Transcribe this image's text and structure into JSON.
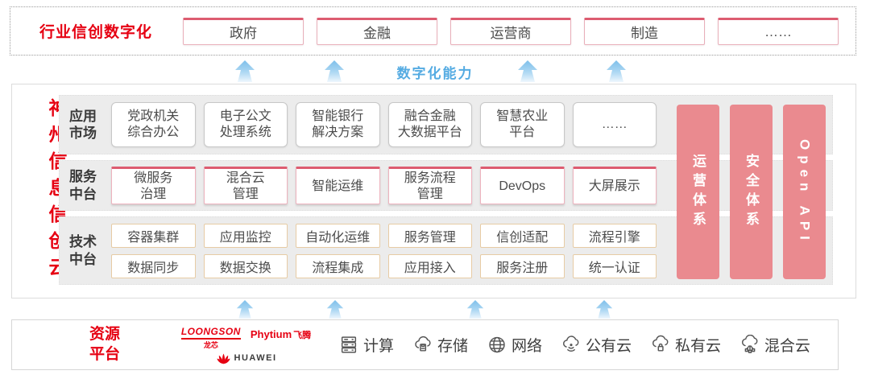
{
  "colors": {
    "brand_red": "#e60012",
    "box_top_red": "#dd5c70",
    "pillar_pink": "#ea8a8f",
    "capability_blue": "#54abe2",
    "row_gray": "#ececec"
  },
  "industry_section": {
    "label": "行业信创数字化",
    "items": [
      "政府",
      "金融",
      "运营商",
      "制造",
      "……"
    ]
  },
  "capability": {
    "label": "数字化能力"
  },
  "platform": {
    "title": "神州信息信创云",
    "app_row": {
      "label": "应用\n市场",
      "items": [
        "党政机关\n综合办公",
        "电子公文\n处理系统",
        "智能银行\n解决方案",
        "融合金融\n大数据平台",
        "智慧农业\n平台",
        "……"
      ]
    },
    "service_row": {
      "label": "服务\n中台",
      "items": [
        "微服务\n治理",
        "混合云\n管理",
        "智能运维",
        "服务流程\n管理",
        "DevOps",
        "大屏展示"
      ]
    },
    "tech_row": {
      "label": "技术\n中台",
      "items_row1": [
        "容器集群",
        "应用监控",
        "自动化运维",
        "服务管理",
        "信创适配",
        "流程引擎"
      ],
      "items_row2": [
        "数据同步",
        "数据交换",
        "流程集成",
        "应用接入",
        "服务注册",
        "统一认证"
      ]
    },
    "pillars": [
      "运营体系",
      "安全体系",
      "Open API"
    ]
  },
  "resource_section": {
    "label": "资源\n平台",
    "vendors": {
      "loongson": "LOONGSON",
      "loongson_cn": "龙芯",
      "phytium": "Phytium",
      "phytium_cn": "飞腾",
      "huawei": "HUAWEI"
    },
    "resources": [
      {
        "icon": "compute-server-icon",
        "label": "计算"
      },
      {
        "icon": "storage-cloud-icon",
        "label": "存储"
      },
      {
        "icon": "network-globe-icon",
        "label": "网络"
      },
      {
        "icon": "public-cloud-icon",
        "label": "公有云"
      },
      {
        "icon": "private-cloud-icon",
        "label": "私有云"
      },
      {
        "icon": "hybrid-cloud-icon",
        "label": "混合云"
      }
    ]
  }
}
